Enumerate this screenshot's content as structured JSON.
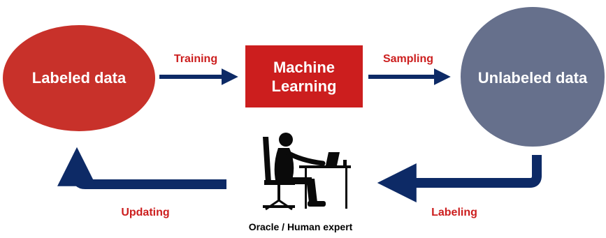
{
  "colors": {
    "labeled": "#c8312a",
    "machine_learning": "#cc1e1e",
    "unlabeled": "#66708c",
    "arrow": "#0d2a66",
    "edge_label": "#cc1e1e",
    "node_text": "#ffffff",
    "caption_text": "#000000"
  },
  "nodes": {
    "labeled": {
      "label": "Labeled data"
    },
    "machine_learning": {
      "line1": "Machine",
      "line2": "Learning"
    },
    "unlabeled": {
      "label": "Unlabeled data"
    },
    "oracle": {
      "icon": "person-at-computer-icon",
      "label": "Oracle / Human expert"
    }
  },
  "edges": {
    "training": {
      "label": "Training"
    },
    "sampling": {
      "label": "Sampling"
    },
    "labeling": {
      "label": "Labeling"
    },
    "updating": {
      "label": "Updating"
    }
  }
}
